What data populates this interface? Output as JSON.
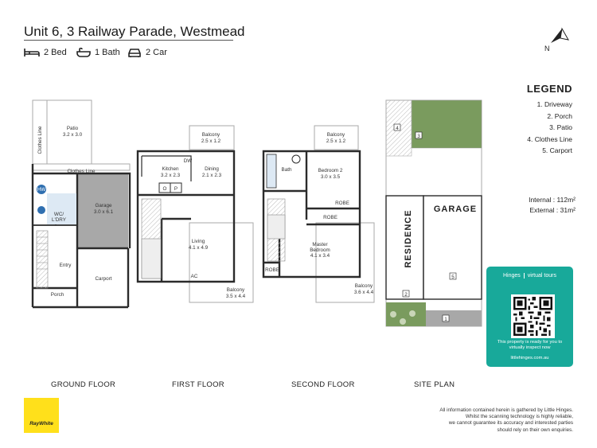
{
  "header": {
    "title": "Unit 6, 3 Railway Parade, Westmead"
  },
  "features": {
    "bed": "2 Bed",
    "bath": "1 Bath",
    "car": "2 Car"
  },
  "north_label": "N",
  "legend": {
    "title": "LEGEND",
    "items": [
      "1. Driveway",
      "2. Porch",
      "3. Patio",
      "4. Clothes Line",
      "5. Carport"
    ]
  },
  "areas": {
    "internal_label": "Internal :",
    "internal_value": "112m²",
    "external_label": "External :",
    "external_value": "31m²"
  },
  "floors": {
    "ground": "GROUND FLOOR",
    "first": "FIRST FLOOR",
    "second": "SECOND FLOOR",
    "site": "SITE PLAN"
  },
  "rooms": {
    "patio": "Patio",
    "patio_dim": "3.2 x 3.0",
    "clothes_line_vertical": "Clothes Line",
    "clothes_line": "Clothes Line",
    "hw": "HW",
    "wc": "WC/",
    "ldry": "L'DRY",
    "garage": "Garage",
    "garage_dim": "3.0 x 6.1",
    "entry": "Entry",
    "carport": "Carport",
    "porch": "Porch",
    "balcony1": "Balcony",
    "balcony1_dim": "2.5 x 1.2",
    "dw": "DW",
    "kitchen": "Kitchen",
    "kitchen_dim": "3.2 x 2.3",
    "dining": "Dining",
    "dining_dim": "2.1 x 2.3",
    "o": "O",
    "p": "P",
    "living": "Living",
    "living_dim": "4.1 x 4.9",
    "ac": "AC",
    "balcony2": "Balcony",
    "balcony2_dim": "3.5 x 4.4",
    "balcony3": "Balcony",
    "balcony3_dim": "2.5 x 1.2",
    "bath": "Bath",
    "bedroom2": "Bedroom 2",
    "bedroom2_dim": "3.0 x 3.5",
    "robe1": "ROBE",
    "robe2": "ROBE",
    "robe3": "ROBE",
    "master": "Master",
    "master2": "Bedroom",
    "master_dim": "4.1 x 3.4",
    "balcony4": "Balcony",
    "balcony4_dim": "3.6 x 4.4"
  },
  "site": {
    "residence": "RESIDENCE",
    "garage": "GARAGE",
    "n1": "1",
    "n2": "2",
    "n3": "3",
    "n4": "4",
    "n5": "5"
  },
  "badge": {
    "brand": "Hinges",
    "product": "virtual tours",
    "message": "This property is ready for you to virtually inspect now",
    "url": "littlehinges.com.au"
  },
  "agency_logo": "RayWhite",
  "disclaimer": [
    "All information contained herein is gathered by Little Hinges.",
    "Whilst the scanning technology is highly reliable,",
    "we cannot guarantee its accuracy and interested parties",
    "should rely on their own enquiries."
  ],
  "colors": {
    "garage_fill": "#a8a8a8",
    "wall": "#2b2b2b",
    "badge": "#18a99a",
    "logo": "#ffe01b",
    "grass": "#7a9b5e"
  }
}
